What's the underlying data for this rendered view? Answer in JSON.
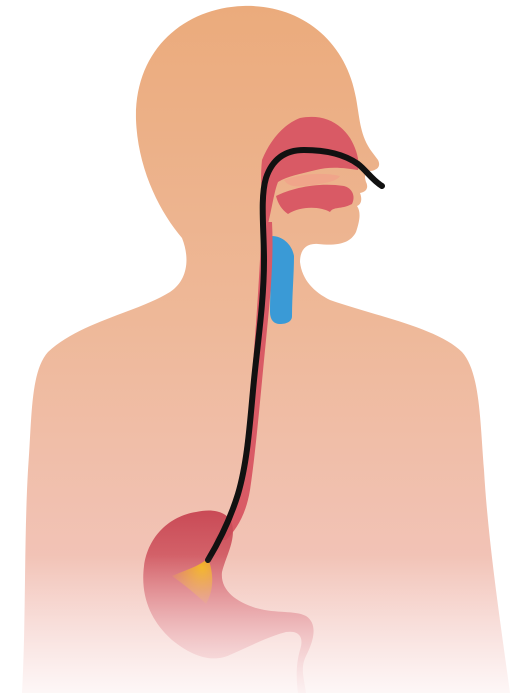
{
  "colors": {
    "skin_top": "#ebab7c",
    "skin_mid": "#eeb898",
    "skin_bottom": "#f4c9c7",
    "organ_red": "#d95a65",
    "organ_dark": "#c94a56",
    "airway_blue": "#3a9ad6",
    "tube_black": "#111111",
    "light_yellow": "#f3b11c",
    "background": "#ffffff"
  },
  "icons": {
    "body": "human-silhouette",
    "tube": "endoscope-tube",
    "tip": "endoscope-light"
  }
}
